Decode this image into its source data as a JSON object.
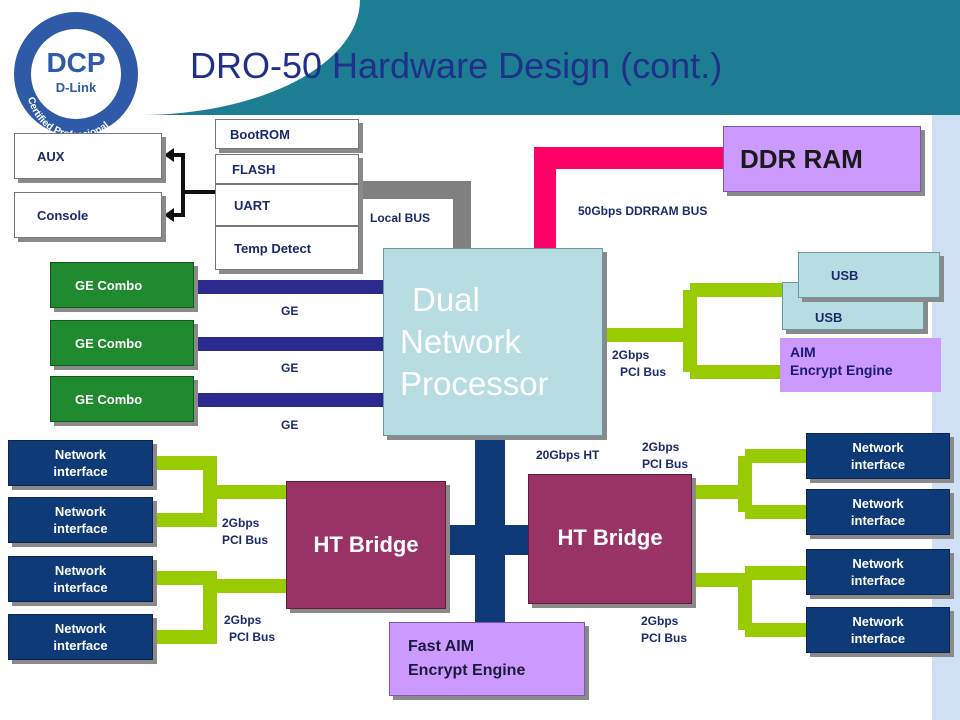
{
  "title": "DRO-50 Hardware Design (cont.)",
  "logo": {
    "main": "DCP",
    "sub": "D-Link",
    "ring": "Certified Professional"
  },
  "colors": {
    "header_teal": "#1c7d93",
    "green_bus": "#99cc00",
    "navy_bus": "#0e3a78",
    "pink_bus": "#ff0066",
    "grey_bus": "#808080",
    "ge_bus": "#2b2b8f",
    "purple_bridge": "#993366",
    "lavender": "#cc99ff",
    "processor": "#b7dde3"
  },
  "left_io": {
    "aux": "AUX",
    "console": "Console"
  },
  "memory": {
    "bootrom": "BootROM",
    "flash": "FLASH",
    "uart": "UART",
    "temp": "Temp Detect",
    "local_bus": "Local BUS"
  },
  "ddr": {
    "title": "DDR RAM",
    "bus": "50Gbps DDRRAM BUS"
  },
  "ge": {
    "combo1": "GE Combo",
    "combo2": "GE Combo",
    "combo3": "GE Combo",
    "label1": "GE",
    "label2": "GE",
    "label3": "GE"
  },
  "processor": {
    "line1": "Dual",
    "line2": "Network",
    "line3": "Processor"
  },
  "right_top": {
    "usb_back": "USB",
    "usb_front": "USB",
    "aim_line1": "AIM",
    "aim_line2": "Encrypt Engine",
    "bus_line1": "2Gbps",
    "bus_line2": "PCI Bus"
  },
  "ht": {
    "left": "HT Bridge",
    "right": "HT Bridge",
    "link": "20Gbps HT"
  },
  "fast_aim": {
    "line1": "Fast AIM",
    "line2": "Encrypt Engine"
  },
  "left_net": {
    "n1": [
      "Network",
      "interface"
    ],
    "n2": [
      "Network",
      "interface"
    ],
    "n3": [
      "Network",
      "interface"
    ],
    "n4": [
      "Network",
      "interface"
    ],
    "bus1": [
      "2Gbps",
      "PCI Bus"
    ],
    "bus2": [
      "2Gbps",
      "PCI Bus"
    ]
  },
  "right_net": {
    "n1": [
      "Network",
      "interface"
    ],
    "n2": [
      "Network",
      "interface"
    ],
    "n3": [
      "Network",
      "interface"
    ],
    "n4": [
      "Network",
      "interface"
    ],
    "bus1": [
      "2Gbps",
      "PCI Bus"
    ],
    "bus2": [
      "2Gbps",
      "PCI Bus"
    ]
  }
}
